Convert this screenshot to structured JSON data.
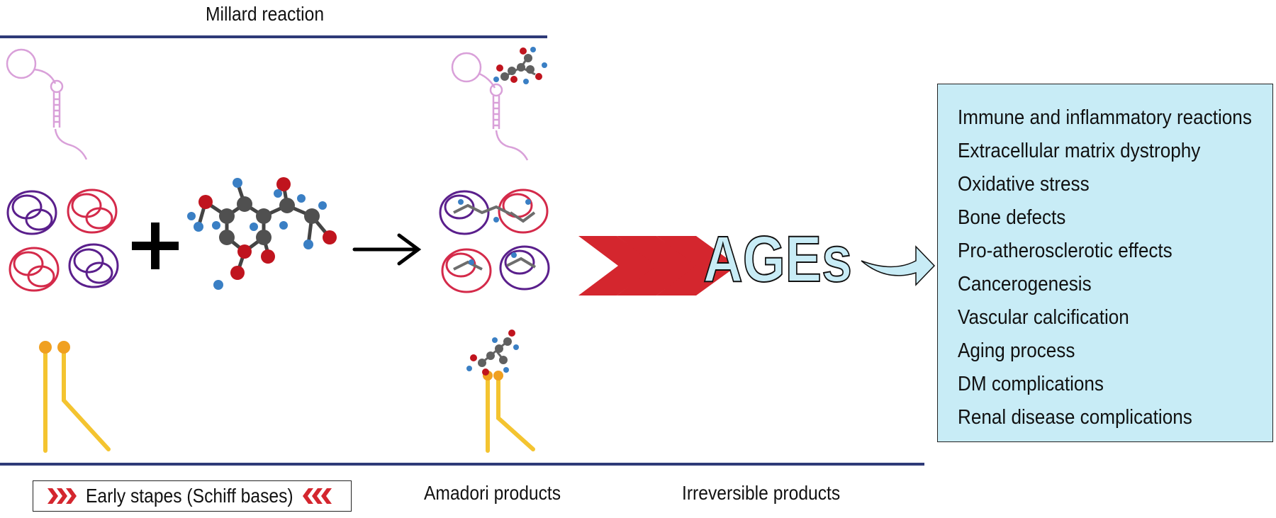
{
  "diagram": {
    "title": "Millard reaction",
    "product_label": "AGEs",
    "effects": [
      "Immune and inflammatory reactions",
      "Extracellular matrix dystrophy",
      "Oxidative stress",
      "Bone defects",
      "Pro-atherosclerotic effects",
      "Cancerogenesis",
      "Vascular calcification",
      "Aging process",
      "DM complications",
      "Renal disease complications"
    ],
    "stages": {
      "early": "Early stapes (Schiff bases)",
      "amadori": "Amadori products",
      "irreversible": "Irreversible products"
    },
    "colors": {
      "line": "#2e3a78",
      "chevron": "#d4262e",
      "ages_fill": "#c8ecf6",
      "protein_red": "#d42a4a",
      "protein_purple": "#5a1f8c",
      "lipid": "#f4c430",
      "dna": "#d9a0d9"
    }
  }
}
